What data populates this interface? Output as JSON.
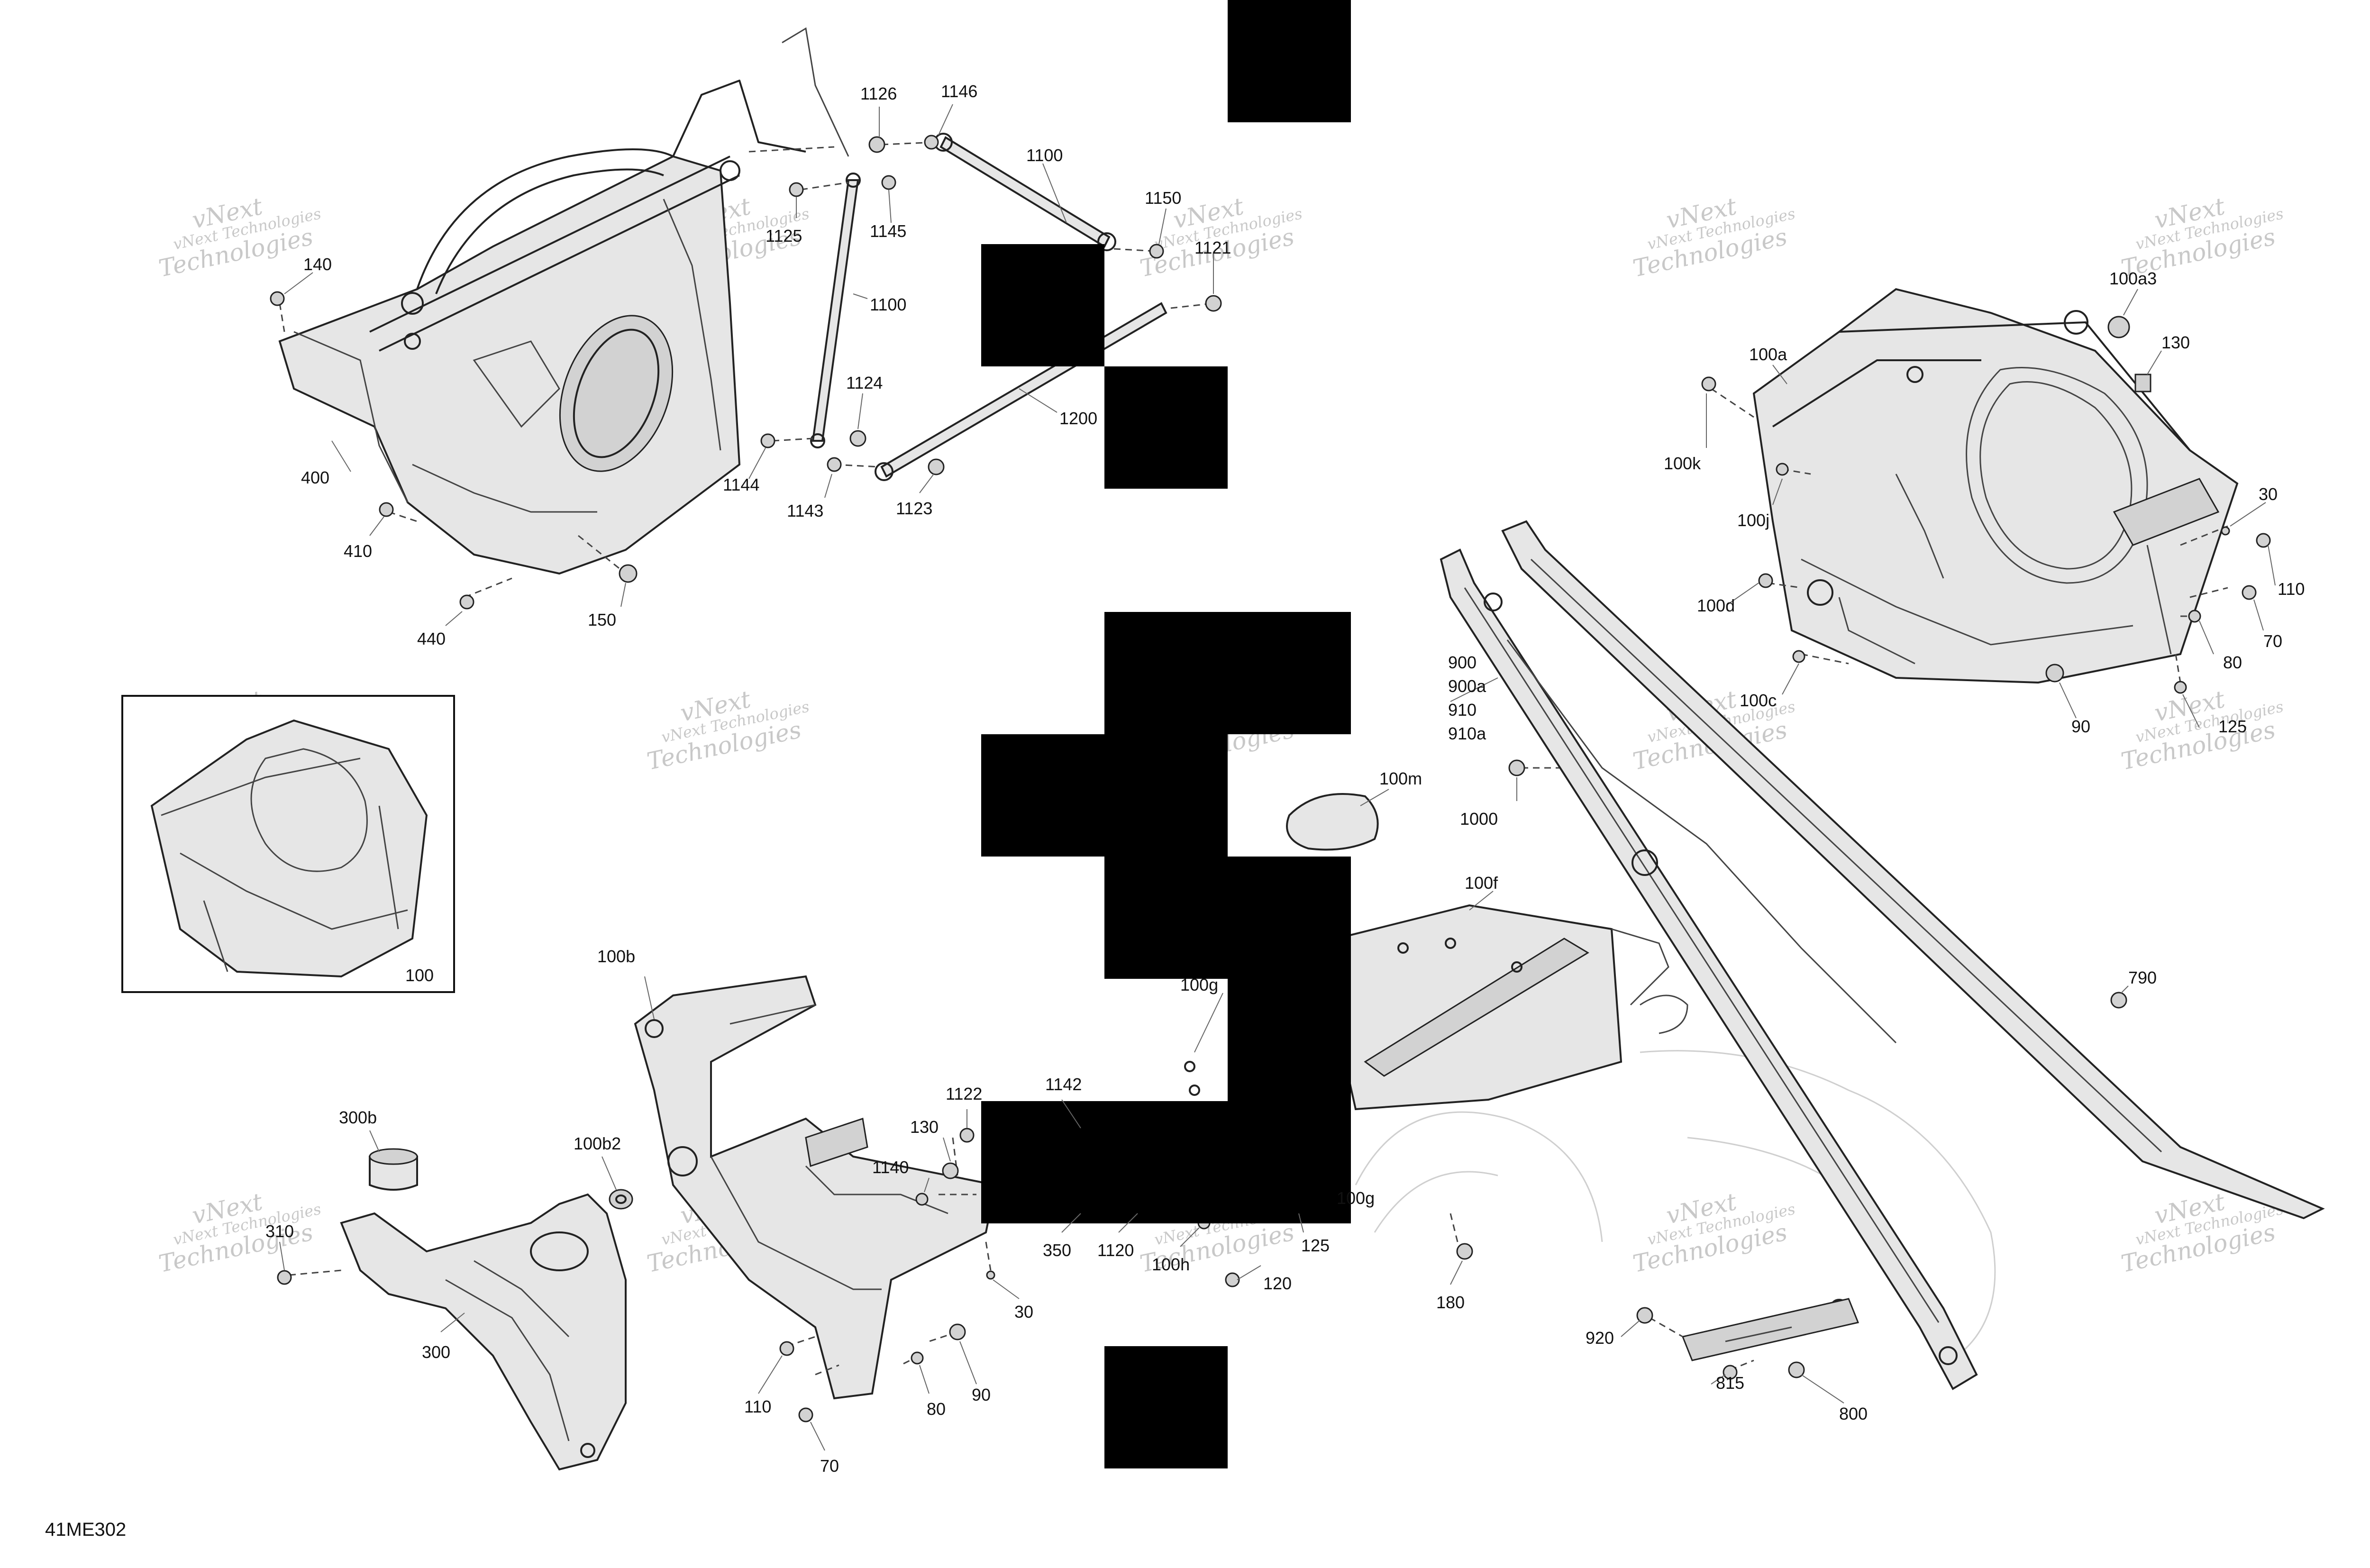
{
  "document": {
    "code": "41ME302"
  },
  "watermark": {
    "line1": "vNext",
    "line2": "Technologies",
    "line_small": "vNext Technologies"
  },
  "inset": {
    "label": "100"
  },
  "parts": {
    "p1126": "1126",
    "p1146": "1146",
    "p1100a": "1100",
    "p1150": "1150",
    "p1121": "1121",
    "p1125": "1125",
    "p1145": "1145",
    "p1100b": "1100",
    "p140": "140",
    "p1124": "1124",
    "p1200": "1200",
    "p1144": "1144",
    "p1143": "1143",
    "p1123": "1123",
    "p400": "400",
    "p410": "410",
    "p150": "150",
    "p440": "440",
    "p100a3": "100a3",
    "p100a": "100a",
    "p130a": "130",
    "p100k": "100k",
    "p100j": "100j",
    "p30a": "30",
    "p110a": "110",
    "p100d": "100d",
    "p70a": "70",
    "p80a": "80",
    "p100c": "100c",
    "p90a": "90",
    "p125a": "125",
    "p900": "900",
    "p900a": "900a",
    "p910": "910",
    "p910a": "910a",
    "p100m": "100m",
    "p1000": "1000",
    "p100f": "100f",
    "p790": "790",
    "p100b": "100b",
    "p100g": "100g",
    "p100g2": "100g",
    "p1142": "1142",
    "p1122": "1122",
    "p300b": "300b",
    "p100b2": "100b2",
    "p130b": "130",
    "p1140": "1140",
    "p310": "310",
    "p350": "350",
    "p1120": "1120",
    "p125b": "125",
    "p30b": "30",
    "p100h": "100h",
    "p120": "120",
    "p180": "180",
    "p300": "300",
    "p110b": "110",
    "p90b": "90",
    "p80b": "80",
    "p70b": "70",
    "p920": "920",
    "p815": "815",
    "p800": "800"
  }
}
